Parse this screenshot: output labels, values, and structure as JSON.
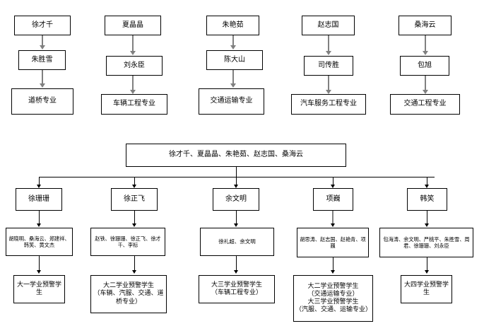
{
  "diagram": {
    "type": "flowchart",
    "title": "",
    "top_section": {
      "columns": [
        {
          "teacher": "徐才千",
          "assistant": "朱胜雪",
          "major": "道桥专业"
        },
        {
          "teacher": "夏晶晶",
          "assistant": "刘永臣",
          "major": "车辆工程专业"
        },
        {
          "teacher": "朱艳茹",
          "assistant": "陈大山",
          "major": "交通运输专业"
        },
        {
          "teacher": "赵志国",
          "assistant": "司传胜",
          "major": "汽车服务工程专业"
        },
        {
          "teacher": "桑海云",
          "assistant": "包旭",
          "major": "交通工程专业"
        }
      ]
    },
    "bottom_section": {
      "root": "徐才千、夏晶晶、朱艳茹、赵志国、桑海云",
      "branches": [
        {
          "lead": "徐珊珊",
          "members": "胡晓明、桑海云、郑建祥、韩笑、黄文杰",
          "target": "大一学业预警学生"
        },
        {
          "lead": "徐正飞",
          "members": "赵铁、徐珊珊、徐正飞、徐才千、李标",
          "target": "大二学业预警学生\n（车辆、汽服、交通、道桥专业）"
        },
        {
          "lead": "余文明",
          "members": "徐礼超、余文明",
          "target": "大三学业预警学生\n（车辆工程专业）"
        },
        {
          "lead": "项巍",
          "members": "胡思涛、赵志国、赵艳青、项巍",
          "target": "大二学业预警学生\n（交通运输专业）\n大三学业预警学生\n（汽服、交通、运输专业）"
        },
        {
          "lead": "韩笑",
          "members": "包海涛、余文明、严桃平、朱胜雪、周君、徐珊珊、刘永臣",
          "target": "大四学业预警学生"
        }
      ]
    },
    "colors": {
      "border": "#000000",
      "arrow": "#808080",
      "background": "#ffffff"
    }
  }
}
